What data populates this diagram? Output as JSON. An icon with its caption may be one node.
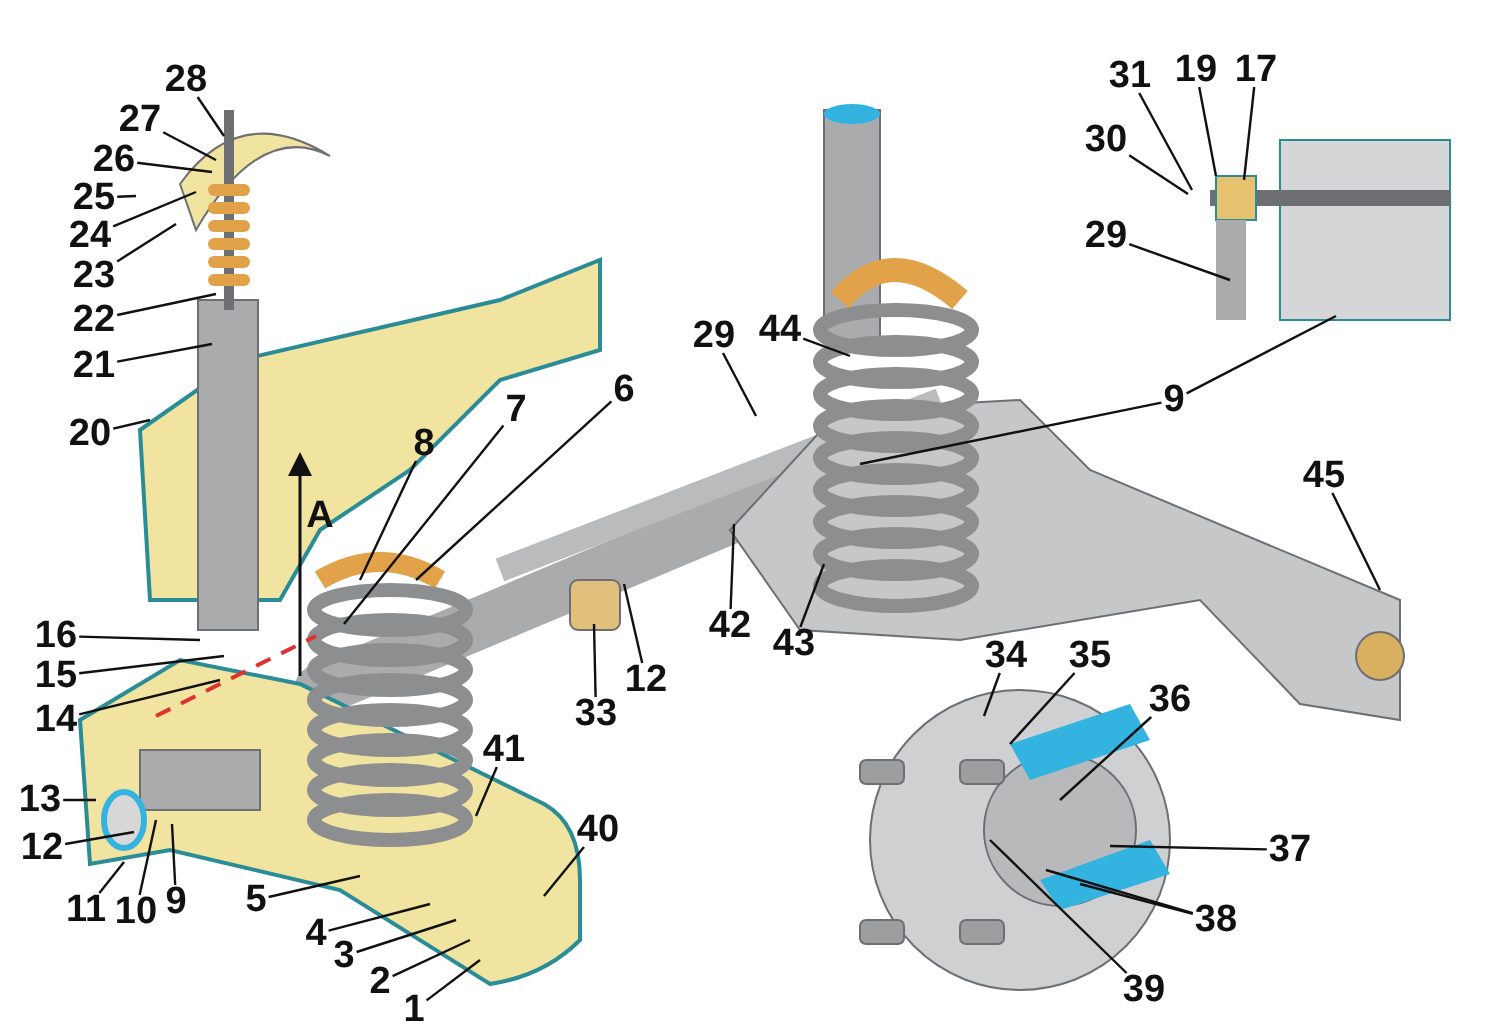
{
  "diagram": {
    "nodes": [
      {
        "text": [
          "28"
        ]
      },
      {
        "text": [
          "27"
        ]
      },
      {
        "text": [
          "26"
        ]
      },
      {
        "text": [
          "25"
        ]
      },
      {
        "text": [
          "24"
        ]
      },
      {
        "text": [
          "23"
        ]
      },
      {
        "text": [
          "22"
        ]
      },
      {
        "text": [
          "21"
        ]
      },
      {
        "text": [
          "20"
        ]
      },
      {
        "text": [
          "31"
        ]
      },
      {
        "text": [
          "19"
        ]
      },
      {
        "text": [
          "17"
        ]
      },
      {
        "text": [
          "30"
        ]
      },
      {
        "text": [
          "29"
        ]
      },
      {
        "text": [
          "44"
        ]
      },
      {
        "text": [
          "29"
        ]
      },
      {
        "text": [
          "6"
        ]
      },
      {
        "text": [
          "9"
        ]
      },
      {
        "text": [
          "8"
        ]
      },
      {
        "text": [
          "7"
        ]
      },
      {
        "text": [
          "45"
        ]
      },
      {
        "text": [
          "16"
        ]
      },
      {
        "text": [
          "42"
        ]
      },
      {
        "text": [
          "43"
        ]
      },
      {
        "text": [
          "34"
        ]
      },
      {
        "text": [
          "35"
        ]
      },
      {
        "text": [
          "15"
        ]
      },
      {
        "text": [
          "33"
        ]
      },
      {
        "text": [
          "12"
        ]
      },
      {
        "text": [
          "36"
        ]
      },
      {
        "text": [
          "14"
        ]
      },
      {
        "text": [
          "41"
        ]
      },
      {
        "text": [
          "13"
        ]
      },
      {
        "text": [
          "40"
        ]
      },
      {
        "text": [
          "12"
        ]
      },
      {
        "text": [
          "37"
        ]
      },
      {
        "text": [
          "11"
        ]
      },
      {
        "text": [
          "9"
        ]
      },
      {
        "text": [
          "5"
        ]
      },
      {
        "text": [
          "10"
        ]
      },
      {
        "text": [
          "38"
        ]
      },
      {
        "text": [
          "4"
        ]
      },
      {
        "text": [
          "3"
        ]
      },
      {
        "text": [
          "2"
        ]
      },
      {
        "text": [
          "39"
        ]
      },
      {
        "text": [
          "1"
        ]
      }
    ],
    "edges": [
      {
        "from": 0,
        "to": null,
        "arrow": "none"
      },
      {
        "from": 1,
        "to": null,
        "arrow": "none"
      },
      {
        "from": 2,
        "to": null,
        "arrow": "none"
      },
      {
        "from": 3,
        "to": null,
        "arrow": "none"
      },
      {
        "from": 4,
        "to": null,
        "arrow": "none"
      },
      {
        "from": 5,
        "to": null,
        "arrow": "none"
      },
      {
        "from": 6,
        "to": null,
        "arrow": "none"
      },
      {
        "from": 7,
        "to": null,
        "arrow": "none"
      },
      {
        "from": 8,
        "to": null,
        "arrow": "none"
      },
      {
        "from": 9,
        "to": null,
        "arrow": "none"
      },
      {
        "from": 10,
        "to": null,
        "arrow": "none"
      },
      {
        "from": 11,
        "to": null,
        "arrow": "none"
      },
      {
        "from": 12,
        "to": null,
        "arrow": "none"
      },
      {
        "from": 13,
        "to": null,
        "arrow": "none"
      },
      {
        "from": 14,
        "to": null,
        "arrow": "none"
      },
      {
        "from": 15,
        "to": null,
        "arrow": "none"
      },
      {
        "from": 16,
        "to": null,
        "arrow": "none"
      },
      {
        "from": 17,
        "to": null,
        "arrow": "none"
      },
      {
        "from": 17,
        "to": null,
        "arrow": "none"
      },
      {
        "from": 18,
        "to": null,
        "arrow": "none"
      },
      {
        "from": 19,
        "to": null,
        "arrow": "none"
      },
      {
        "from": 20,
        "to": null,
        "arrow": "none"
      },
      {
        "from": 21,
        "to": null,
        "arrow": "none"
      },
      {
        "from": 22,
        "to": null,
        "arrow": "none"
      },
      {
        "from": 23,
        "to": null,
        "arrow": "none"
      },
      {
        "from": 24,
        "to": null,
        "arrow": "none"
      },
      {
        "from": 25,
        "to": null,
        "arrow": "none"
      },
      {
        "from": 26,
        "to": null,
        "arrow": "none"
      },
      {
        "from": 27,
        "to": null,
        "arrow": "none"
      },
      {
        "from": 28,
        "to": null,
        "arrow": "none"
      },
      {
        "from": 29,
        "to": null,
        "arrow": "none"
      },
      {
        "from": 30,
        "to": null,
        "arrow": "none"
      },
      {
        "from": 31,
        "to": null,
        "arrow": "none"
      },
      {
        "from": 32,
        "to": null,
        "arrow": "none"
      },
      {
        "from": 33,
        "to": null,
        "arrow": "none"
      },
      {
        "from": 34,
        "to": null,
        "arrow": "none"
      },
      {
        "from": 35,
        "to": null,
        "arrow": "none"
      },
      {
        "from": 36,
        "to": null,
        "arrow": "none"
      },
      {
        "from": 37,
        "to": null,
        "arrow": "none"
      },
      {
        "from": 38,
        "to": null,
        "arrow": "none"
      },
      {
        "from": 39,
        "to": null,
        "arrow": "none"
      },
      {
        "from": 40,
        "to": null,
        "arrow": "none"
      },
      {
        "from": 40,
        "to": null,
        "arrow": "none"
      },
      {
        "from": 41,
        "to": null,
        "arrow": "none"
      },
      {
        "from": 42,
        "to": null,
        "arrow": "none"
      },
      {
        "from": 43,
        "to": null,
        "arrow": "none"
      },
      {
        "from": 44,
        "to": null,
        "arrow": "none"
      },
      {
        "from": 45,
        "to": null,
        "arrow": "none"
      }
    ],
    "labels": [
      "A"
    ]
  }
}
